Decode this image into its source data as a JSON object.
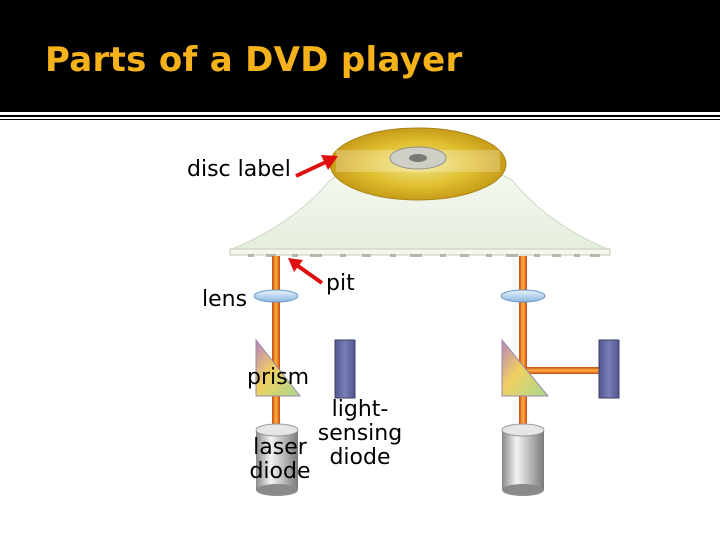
{
  "title": "Parts of a DVD player",
  "labels": {
    "disc_label": "disc label",
    "lens": "lens",
    "pit": "pit",
    "prism": "prism",
    "light_sensing_diode": [
      "light-",
      "sensing",
      "diode"
    ],
    "laser_diode": [
      "laser",
      "diode"
    ]
  },
  "colors": {
    "title_bar": "#000000",
    "title_text": "#f5b21a",
    "arrow": "#e01010",
    "laser_beam": "#e8781a",
    "disc": "#e8c020",
    "sensor": "#6468a4"
  }
}
